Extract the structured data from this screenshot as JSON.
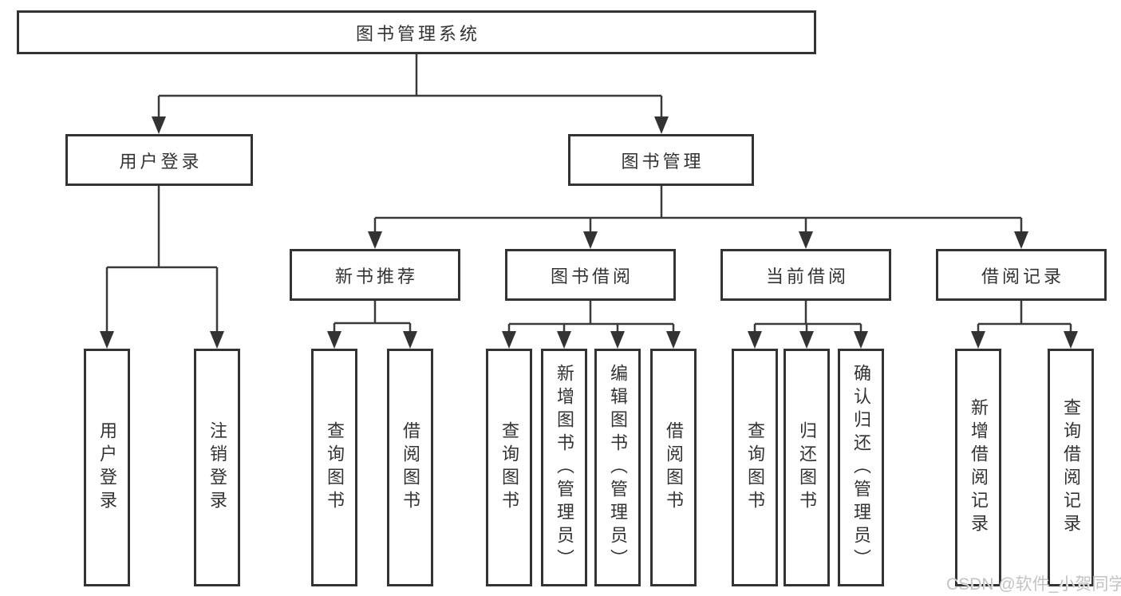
{
  "title": "图书管理系统",
  "tree": {
    "label": "图书管理系统",
    "children": [
      {
        "label": "用户登录",
        "children": [
          {
            "label": "用户登录"
          },
          {
            "label": "注销登录"
          }
        ]
      },
      {
        "label": "图书管理",
        "children": [
          {
            "label": "新书推荐",
            "children": [
              {
                "label": "查询图书"
              },
              {
                "label": "借阅图书"
              }
            ]
          },
          {
            "label": "图书借阅",
            "children": [
              {
                "label": "查询图书"
              },
              {
                "label": "新增图书（管理员）"
              },
              {
                "label": "编辑图书（管理员）"
              },
              {
                "label": "借阅图书"
              }
            ]
          },
          {
            "label": "当前借阅",
            "children": [
              {
                "label": "查询图书"
              },
              {
                "label": "归还图书"
              },
              {
                "label": "确认归还（管理员）"
              }
            ]
          },
          {
            "label": "借阅记录",
            "children": [
              {
                "label": "新增借阅记录"
              },
              {
                "label": "查询借阅记录"
              }
            ]
          }
        ]
      }
    ]
  },
  "watermark": "CSDN @软件_小贺同学",
  "colors": {
    "line": "#3a3a3a",
    "box_border": "#333333",
    "text": "#333333",
    "watermark": "#c3c3c3",
    "background": "#ffffff"
  }
}
